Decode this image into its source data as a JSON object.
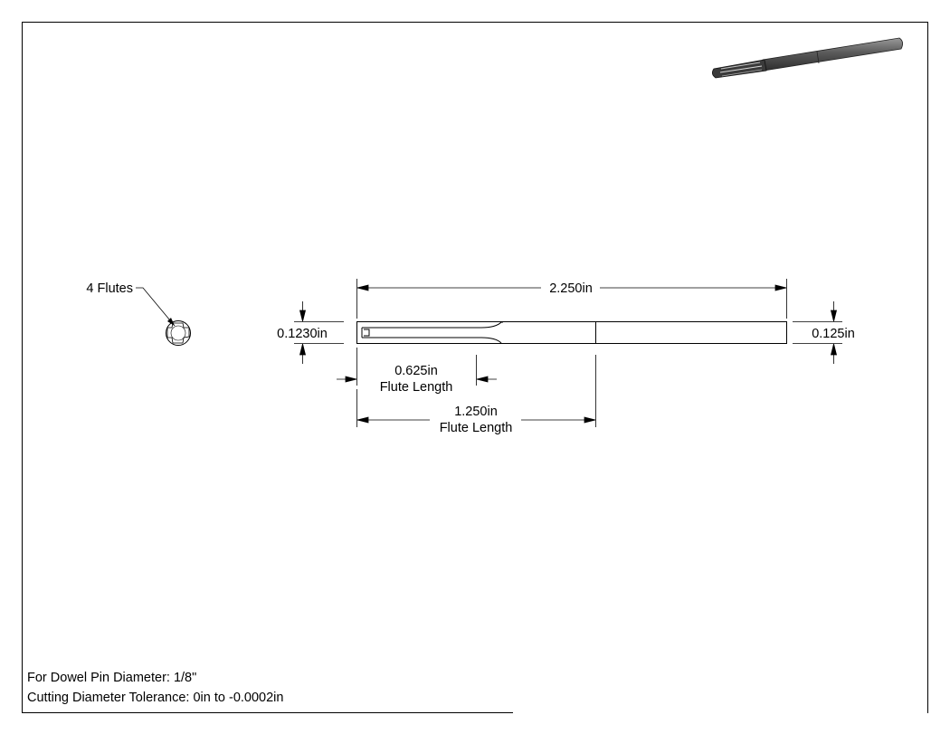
{
  "diagram": {
    "flutes_label": "4 Flutes",
    "overall_length": "2.250in",
    "cutting_diameter": "0.1230in",
    "shank_diameter": "0.125in",
    "short_flute_length": "0.625in",
    "short_flute_caption": "Flute Length",
    "long_flute_length": "1.250in",
    "long_flute_caption": "Flute Length"
  },
  "notes": {
    "dowel_pin": "For Dowel Pin Diameter: 1/8\"",
    "tolerance": "Cutting Diameter Tolerance: 0in to -0.0002in"
  },
  "colors": {
    "line": "#000000",
    "iso_body": "#4a4a4a",
    "iso_highlight": "#9a9a9a"
  }
}
